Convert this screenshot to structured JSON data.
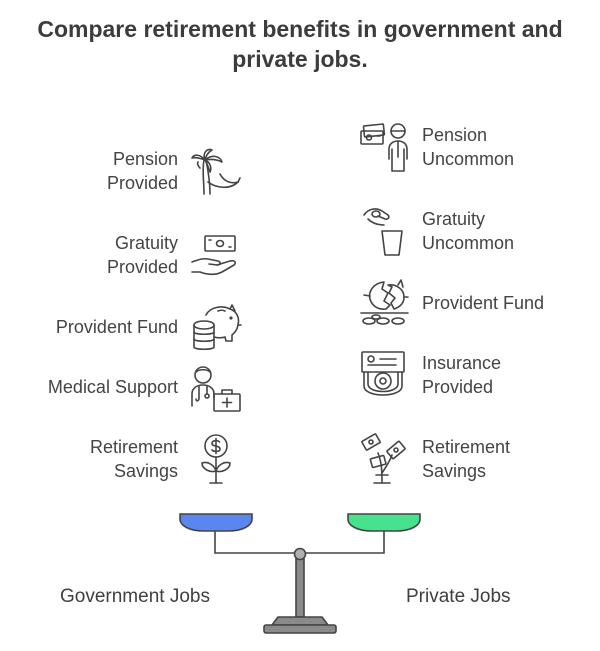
{
  "title": "Compare retirement benefits in government and private jobs.",
  "government": {
    "label": "Government Jobs",
    "color": "#5b86ef",
    "items": [
      {
        "text": "Pension\nProvided",
        "icon": "palm-hammock-icon"
      },
      {
        "text": "Gratuity\nProvided",
        "icon": "cash-hand-icon"
      },
      {
        "text": "Provident Fund",
        "icon": "piggy-bank-coins-icon"
      },
      {
        "text": "Medical Support",
        "icon": "doctor-medkit-icon"
      },
      {
        "text": "Retirement\nSavings",
        "icon": "money-plant-icon"
      }
    ]
  },
  "private": {
    "label": "Private Jobs",
    "color": "#48e28f",
    "items": [
      {
        "text": "Pension\nUncommon",
        "icon": "person-cash-icon"
      },
      {
        "text": "Gratuity\nUncommon",
        "icon": "hand-coin-cup-icon"
      },
      {
        "text": "Provident Fund",
        "icon": "broken-piggy-bank-icon"
      },
      {
        "text": "Insurance\nProvided",
        "icon": "insurance-card-icon"
      },
      {
        "text": "Retirement\nSavings",
        "icon": "cash-plant-icon"
      }
    ]
  }
}
